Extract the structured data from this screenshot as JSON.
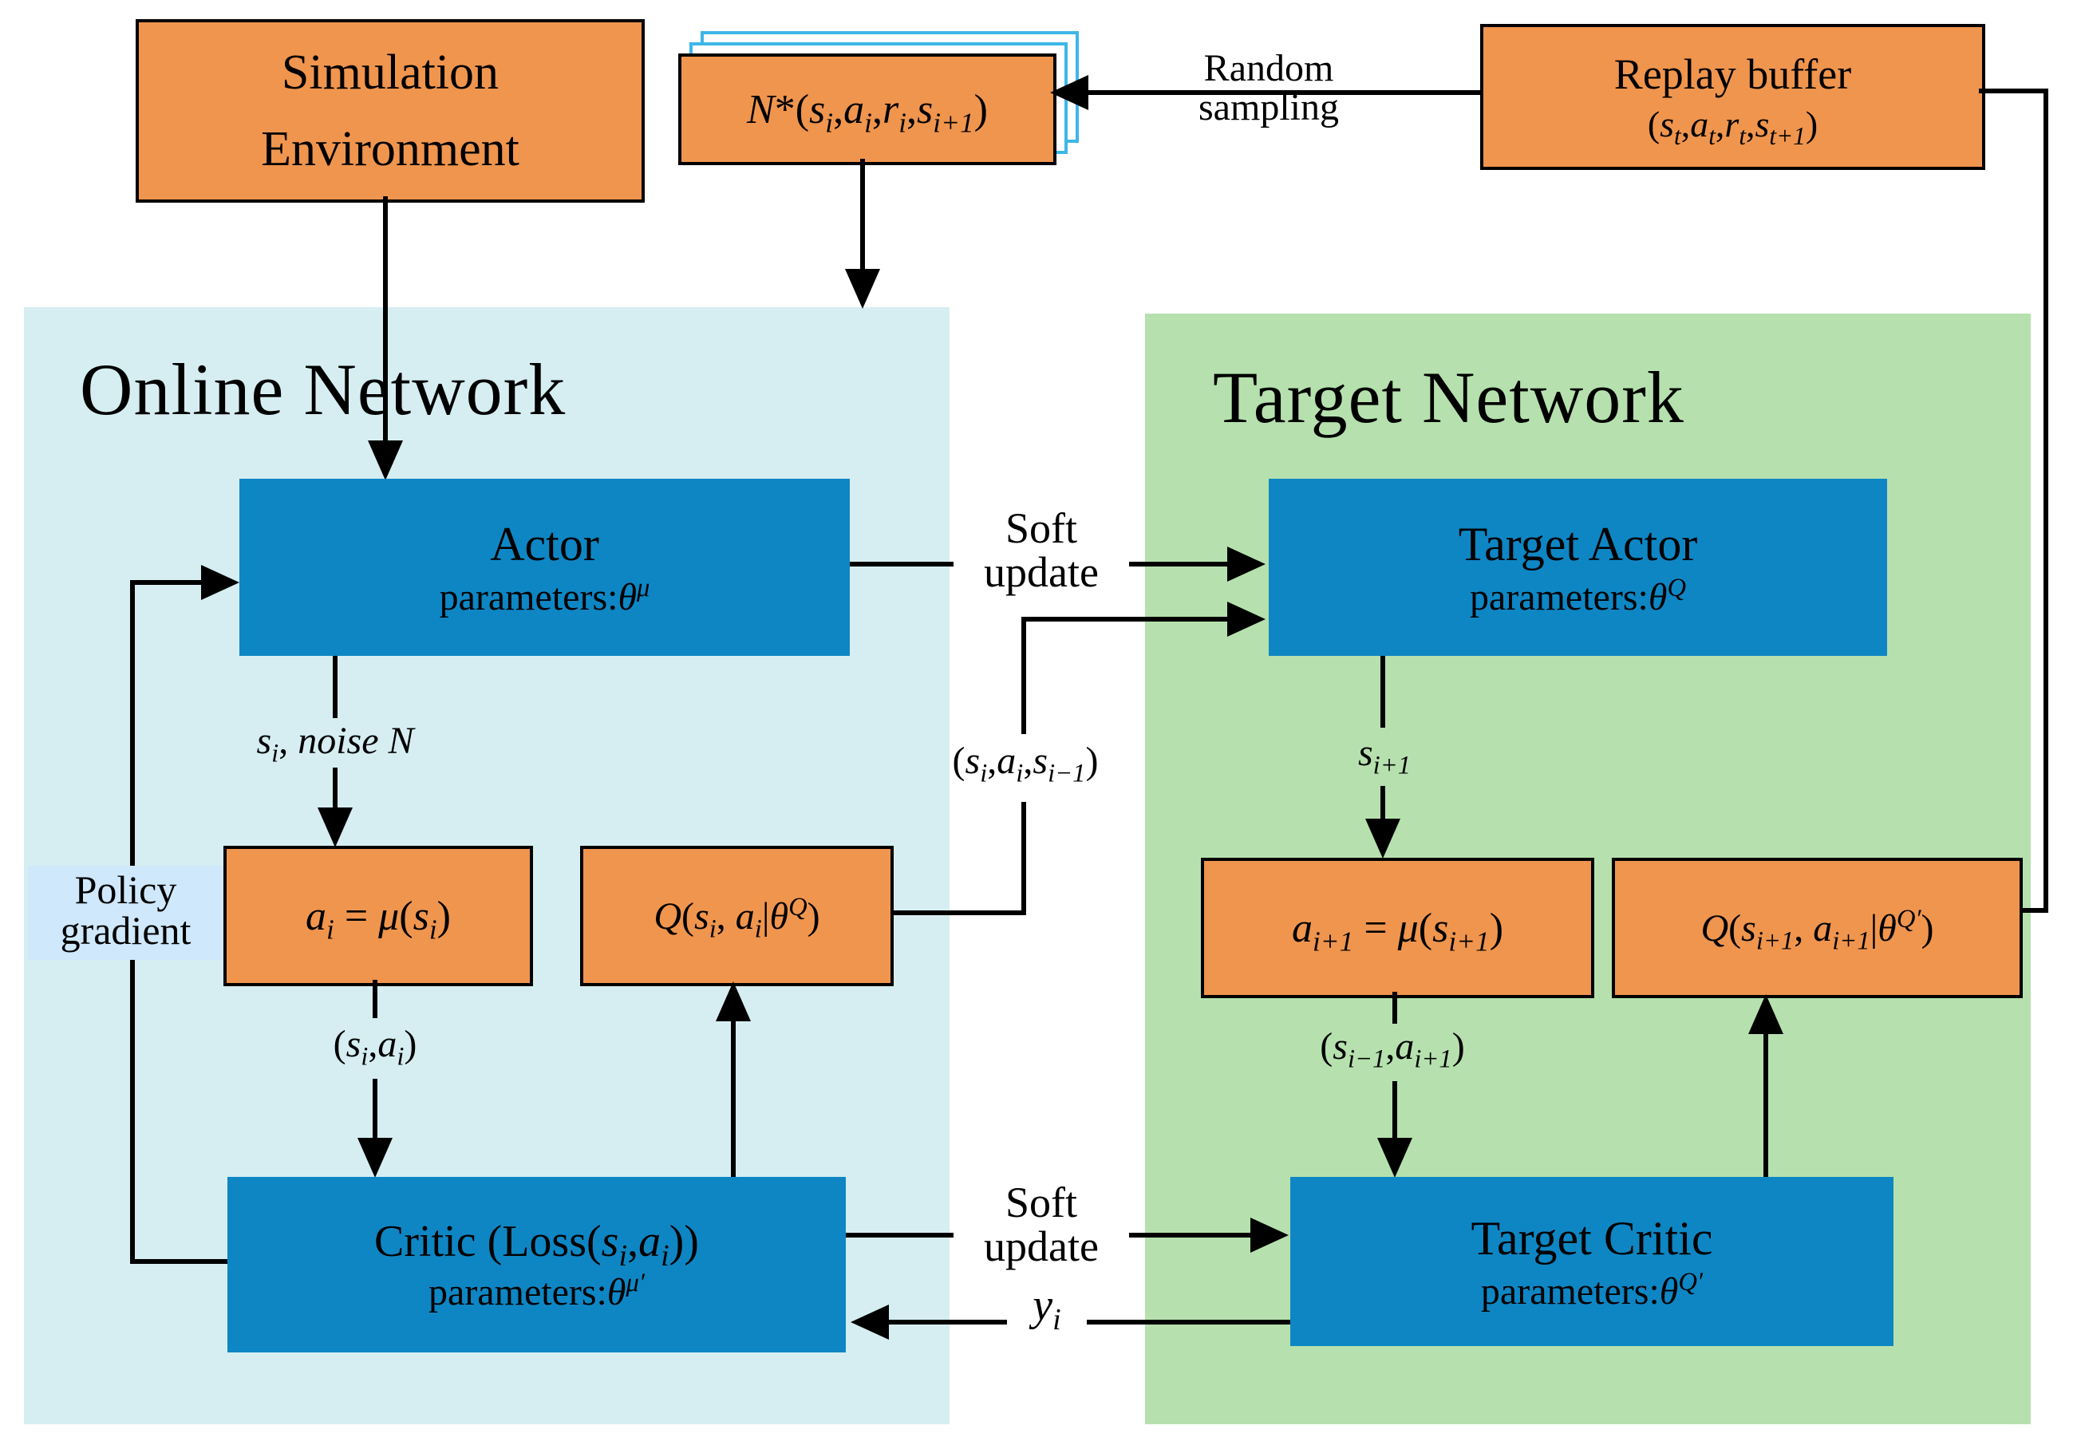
{
  "colors": {
    "box_orange": "#F0954E",
    "box_blue": "#0E86C4",
    "panel_online": "#D6EEF2",
    "panel_target": "#B6E1AE",
    "policy_gradient_highlight": "#CFE8FB",
    "stack_outline": "#3DB6E8",
    "line": "#000000"
  },
  "titles": {
    "online_network": "Online Network",
    "target_network": "Target Network"
  },
  "nodes": {
    "sim_env": {
      "text": "Simulation<br>Environment"
    },
    "minibatch": {
      "text": "<i>N</i>*(<i>s<sub>i</sub></i>,<i>a<sub>i</sub></i>,<i>r<sub>i</sub></i>,<i>s<sub>i+1</sub></i>)"
    },
    "replay_buffer": {
      "title": "Replay buffer",
      "formula": "(<i>s<sub>t</sub></i>,<i>a<sub>t</sub></i>,<i>r<sub>t</sub></i>,<i>s<sub>t+1</sub></i>)"
    },
    "actor": {
      "title": "Actor",
      "params": "parameters:<i>θ<sup>μ</sup></i>"
    },
    "critic": {
      "title": "Critic (Loss(<i>s<sub>i</sub></i>,<i>a<sub>i</sub></i>))",
      "params": "parameters:<i>θ<sup>μ′</sup></i>"
    },
    "action": {
      "text": "<i>a<sub>i</sub></i> = <i>μ</i>(<i>s<sub>i</sub></i>)"
    },
    "q_value": {
      "text": "<i>Q</i>(<i>s<sub>i</sub></i>, <i>a<sub>i</sub></i>|<i>θ</i><sup><i>Q</i></sup>)"
    },
    "target_actor": {
      "title": "Target Actor",
      "params": "parameters:<i>θ<sup>Q</sup></i>"
    },
    "target_critic": {
      "title": "Target Critic",
      "params": "parameters:<i>θ<sup>Q′</sup></i>"
    },
    "target_action": {
      "text": "<i>a<sub>i+1</sub></i> = <i>μ</i>(<i>s<sub>i+1</sub></i>)"
    },
    "target_q_value": {
      "text": "<i>Q</i>(<i>s<sub>i+1</sub></i>, <i>a<sub>i+1</sub></i>|<i>θ</i><sup><i>Q′</i></sup>)"
    }
  },
  "labels": {
    "random_sampling": "Random<br>sampling",
    "soft_update_top": "Soft<br>update",
    "soft_update_bottom": "Soft<br>update",
    "policy_gradient": "Policy<br>gradient",
    "state_noise": "<i>s<sub>i</sub></i>, <i>noise N</i>",
    "state_action": "(<i>s<sub>i</sub></i>,<i>a<sub>i</sub></i>)",
    "state_action_state": "(<i>s<sub>i</sub></i>,<i>a<sub>i</sub></i>,<i>s<sub>i−1</sub></i>)",
    "next_state": "<i>s<sub>i+1</sub></i>",
    "next_state_action": "(<i>s<sub>i−1</sub></i>,<i>a<sub>i+1</sub></i>)",
    "y_i": "<i>y<sub>i</sub></i>"
  }
}
